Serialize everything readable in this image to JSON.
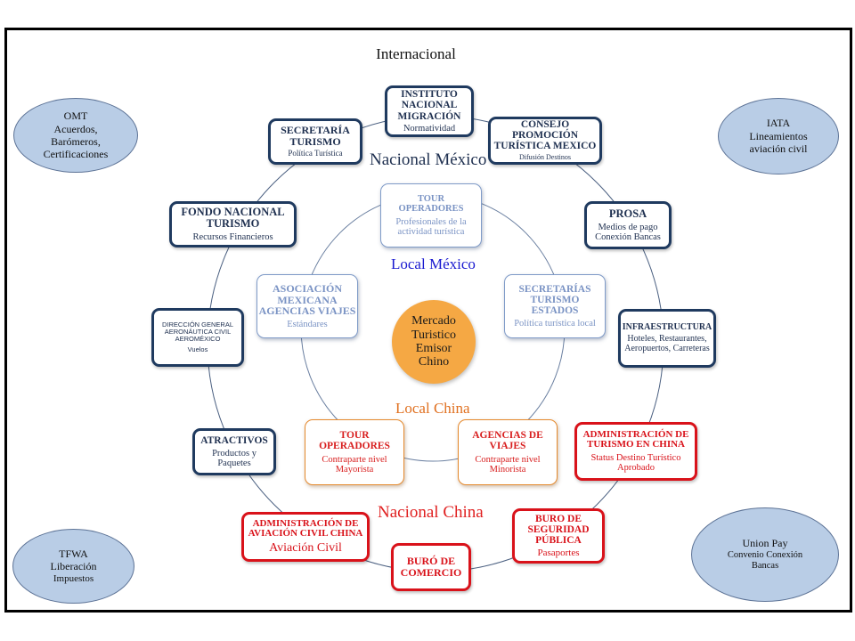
{
  "title": "Internacional",
  "ring_labels": {
    "nacional_mexico": "Nacional México",
    "local_mexico": "Local México",
    "local_china": "Local China",
    "nacional_china": "Nacional China"
  },
  "center": {
    "lines": [
      "Mercado",
      "Turistico",
      "Emisor",
      "Chino"
    ],
    "color": "#f5a844"
  },
  "international": [
    {
      "id": "omt",
      "lines": [
        "OMT",
        "Acuerdos,",
        "Barómeros,",
        "Certificaciones"
      ]
    },
    {
      "id": "iata",
      "lines": [
        "IATA",
        "Lineamientos",
        "aviación civil"
      ]
    },
    {
      "id": "tfwa",
      "lines": [
        "TFWA",
        "Liberación",
        "Impuestos"
      ]
    },
    {
      "id": "unionpay",
      "lines": [
        "Union Pay",
        "Convenio Conexión",
        "Bancas"
      ]
    }
  ],
  "nacional_mexico": [
    {
      "id": "inm",
      "title": [
        "INSTITUTO",
        "NACIONAL",
        "MIGRACIÓN"
      ],
      "sub": "Normatividad"
    },
    {
      "id": "sectur",
      "title": [
        "SECRETARÍA",
        "TURISMO"
      ],
      "sub": "Política Turística"
    },
    {
      "id": "cptm",
      "title": [
        "CONSEJO",
        "PROMOCIÓN",
        "TURÍSTICA MEXICO"
      ],
      "sub": "Difusión Destinos"
    },
    {
      "id": "fonatur",
      "title": [
        "FONDO NACIONAL",
        "TURISMO"
      ],
      "sub": "Recursos Financieros"
    },
    {
      "id": "prosa",
      "title": [
        "PROSA"
      ],
      "sub": "Medios de pago Conexión Bancas"
    },
    {
      "id": "dgac",
      "title": [
        "DIRECCIÓN GENERAL",
        "AERONÁUTICA CIVIL",
        "AEROMÉXICO"
      ],
      "sub": "Vuelos"
    },
    {
      "id": "infra",
      "title": [
        "INFRAESTRUCTURA"
      ],
      "sub": "Hoteles, Restaurantes, Aeropuertos, Carreteras"
    },
    {
      "id": "atractivos",
      "title": [
        "ATRACTIVOS"
      ],
      "sub": "Productos y Paquetes"
    }
  ],
  "local_mexico": [
    {
      "id": "tour_mx",
      "title": [
        "TOUR",
        "OPERADORES"
      ],
      "sub": "Profesionales de la actividad turística"
    },
    {
      "id": "amav",
      "title": [
        "ASOCIACIÓN",
        "MEXICANA",
        "AGENCIAS VIAJES"
      ],
      "sub": "Estándares"
    },
    {
      "id": "sec_estados",
      "title": [
        "SECRETARÍAS",
        "TURISMO",
        "ESTADOS"
      ],
      "sub": "Política turística local"
    }
  ],
  "local_china": [
    {
      "id": "tour_cn",
      "title": [
        "TOUR",
        "OPERADORES"
      ],
      "sub": "Contraparte nivel Mayorista"
    },
    {
      "id": "agencias_cn",
      "title": [
        "AGENCIAS DE",
        "VIAJES"
      ],
      "sub": "Contraparte nivel Minorista"
    }
  ],
  "nacional_china": [
    {
      "id": "cnta",
      "title": [
        "ADMINISTRACIÓN DE",
        "TURISMO EN CHINA"
      ],
      "sub": "Status Destino Turístico Aprobado"
    },
    {
      "id": "caac",
      "title": [
        "ADMINISTRACIÓN DE",
        "AVIACIÓN CIVIL CHINA"
      ],
      "sub": "Aviación Civil"
    },
    {
      "id": "seguridad",
      "title": [
        "BURO DE",
        "SEGURIDAD",
        "PÚBLICA"
      ],
      "sub": "Pasaportes"
    },
    {
      "id": "comercio",
      "title": [
        "BURÓ DE",
        "COMERCIO"
      ],
      "sub": ""
    }
  ],
  "colors": {
    "navy": "#1f3a5f",
    "light_blue": "#7a93c4",
    "orange": "#e58a2e",
    "red": "#d9121a",
    "ellipse_fill": "#b9cde6"
  }
}
